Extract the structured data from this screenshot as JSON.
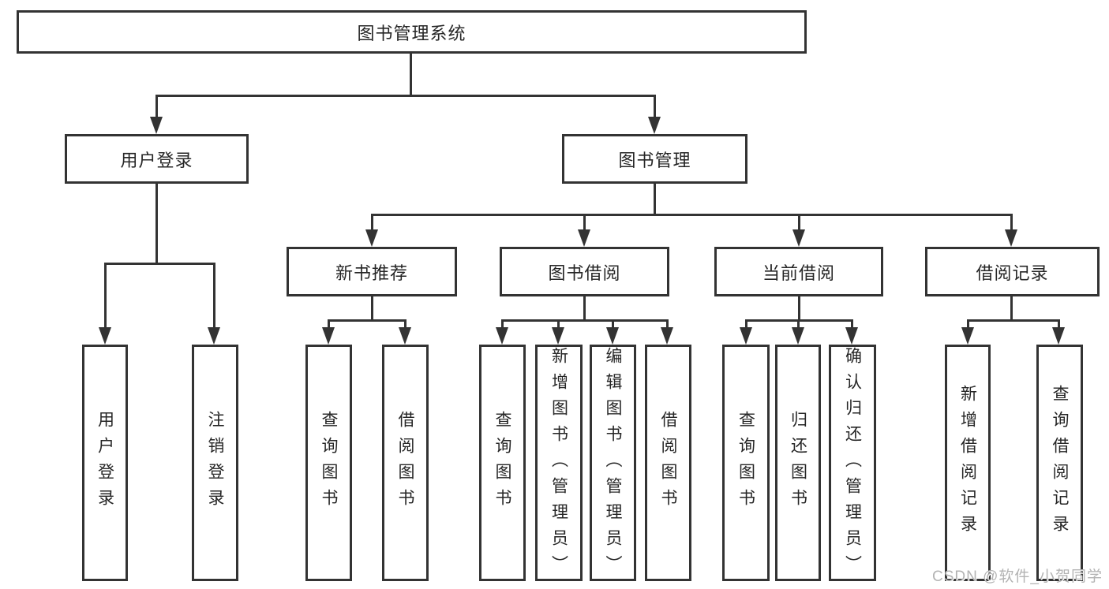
{
  "diagram": {
    "root": {
      "label": "图书管理系统"
    },
    "level2": {
      "user_login": {
        "label": "用户登录"
      },
      "book_mgmt": {
        "label": "图书管理"
      }
    },
    "level3": {
      "new_books": {
        "label": "新书推荐"
      },
      "book_borrow": {
        "label": "图书借阅"
      },
      "current_borrow": {
        "label": "当前借阅"
      },
      "borrow_records": {
        "label": "借阅记录"
      }
    },
    "leaves": {
      "user_login": [
        "用户登录",
        "注销登录"
      ],
      "new_books": [
        "查询图书",
        "借阅图书"
      ],
      "book_borrow": [
        "查询图书",
        "新增图书（管理员）",
        "编辑图书（管理员）",
        "借阅图书"
      ],
      "current_borrow": [
        "查询图书",
        "归还图书",
        "确认归还（管理员）"
      ],
      "borrow_records": [
        "新增借阅记录",
        "查询借阅记录"
      ]
    }
  },
  "watermark": "CSDN @软件_小贺同学",
  "colors": {
    "line": "#333333",
    "text": "#262626",
    "watermark": "#b3b3b3",
    "background": "#ffffff"
  }
}
